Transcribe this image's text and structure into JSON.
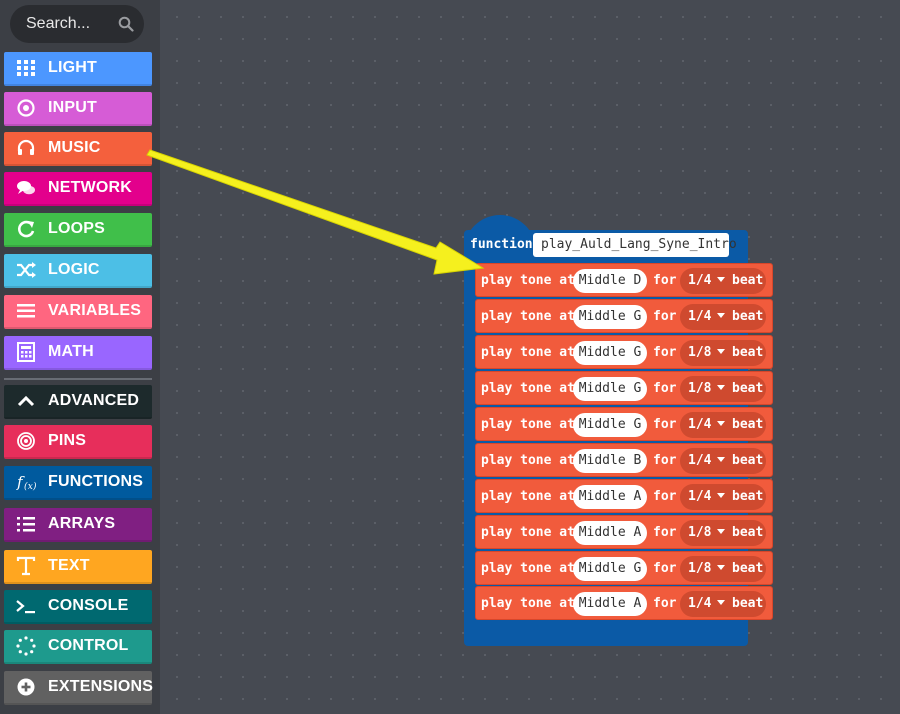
{
  "toolbox": {
    "search_placeholder": "Search...",
    "categories": [
      {
        "label": "LIGHT",
        "icon": "grid-icon",
        "color": "#4c97ff"
      },
      {
        "label": "INPUT",
        "icon": "target-icon",
        "color": "#d65cd6"
      },
      {
        "label": "MUSIC",
        "icon": "headphones-icon",
        "color": "#f4603d"
      },
      {
        "label": "NETWORK",
        "icon": "chat-icon",
        "color": "#e3008c"
      },
      {
        "label": "LOOPS",
        "icon": "refresh-icon",
        "color": "#40bf4a"
      },
      {
        "label": "LOGIC",
        "icon": "shuffle-icon",
        "color": "#4cbfe6"
      },
      {
        "label": "VARIABLES",
        "icon": "list-icon",
        "color": "#ff6680"
      },
      {
        "label": "MATH",
        "icon": "calculator-icon",
        "color": "#9966ff"
      },
      {
        "label": "ADVANCED",
        "icon": "chevron-up-icon",
        "color": "#1d2a2c"
      },
      {
        "label": "PINS",
        "icon": "pins-icon",
        "color": "#e72e5b"
      },
      {
        "label": "FUNCTIONS",
        "icon": "function-icon",
        "color": "#005a9e"
      },
      {
        "label": "ARRAYS",
        "icon": "numbered-list-icon",
        "color": "#801f82"
      },
      {
        "label": "TEXT",
        "icon": "text-icon",
        "color": "#ffa620"
      },
      {
        "label": "CONSOLE",
        "icon": "terminal-icon",
        "color": "#006970"
      },
      {
        "label": "CONTROL",
        "icon": "spinner-icon",
        "color": "#1e9a8d"
      },
      {
        "label": "EXTENSIONS",
        "icon": "plus-circle-icon",
        "color": "#616161"
      }
    ]
  },
  "function_block": {
    "keyword": "function",
    "name": "play_Auld_Lang_Syne_Intro",
    "color": "#0b5aa6"
  },
  "tone_block": {
    "play_label": "play tone at",
    "for_label": "for",
    "beat_label": "beat",
    "color": "#f15b3c"
  },
  "tones": [
    {
      "note": "Middle D",
      "beat": "1/4"
    },
    {
      "note": "Middle G",
      "beat": "1/4"
    },
    {
      "note": "Middle G",
      "beat": "1/8"
    },
    {
      "note": "Middle G",
      "beat": "1/8"
    },
    {
      "note": "Middle G",
      "beat": "1/4"
    },
    {
      "note": "Middle B",
      "beat": "1/4"
    },
    {
      "note": "Middle A",
      "beat": "1/4"
    },
    {
      "note": "Middle A",
      "beat": "1/8"
    },
    {
      "note": "Middle G",
      "beat": "1/8"
    },
    {
      "note": "Middle A",
      "beat": "1/4"
    }
  ],
  "annotation": {
    "arrow_color": "#f5f01e"
  }
}
